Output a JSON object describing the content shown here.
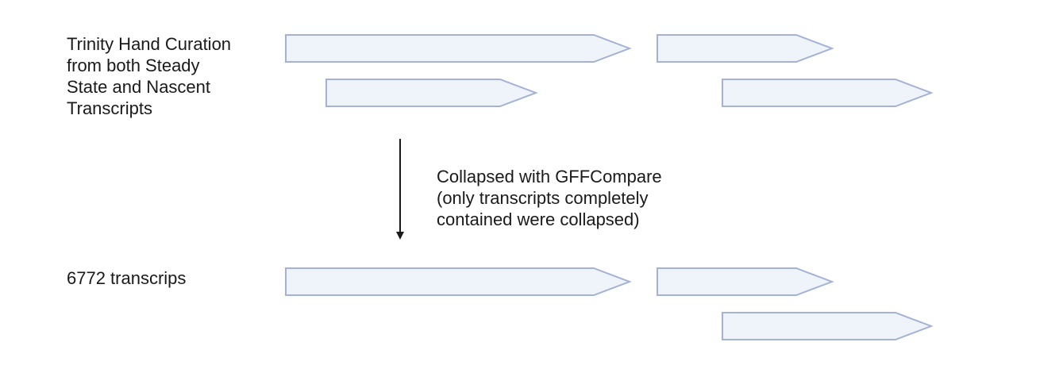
{
  "labels": {
    "top": "Trinity Hand Curation\nfrom both Steady\nState and Nascent\nTranscripts",
    "step": "Collapsed with GFFCompare\n(only transcripts completely\ncontained were collapsed)",
    "bottom": "6772 transcrips"
  },
  "colors": {
    "transcript_fill": "#eff3fa",
    "transcript_stroke": "#a3b2d6",
    "arrow": "#1a1a1a",
    "text": "#1a1a1a"
  },
  "icons": {
    "transcript_shape": "right-pointing-arrow-bar",
    "process_arrow": "arrow-down"
  }
}
